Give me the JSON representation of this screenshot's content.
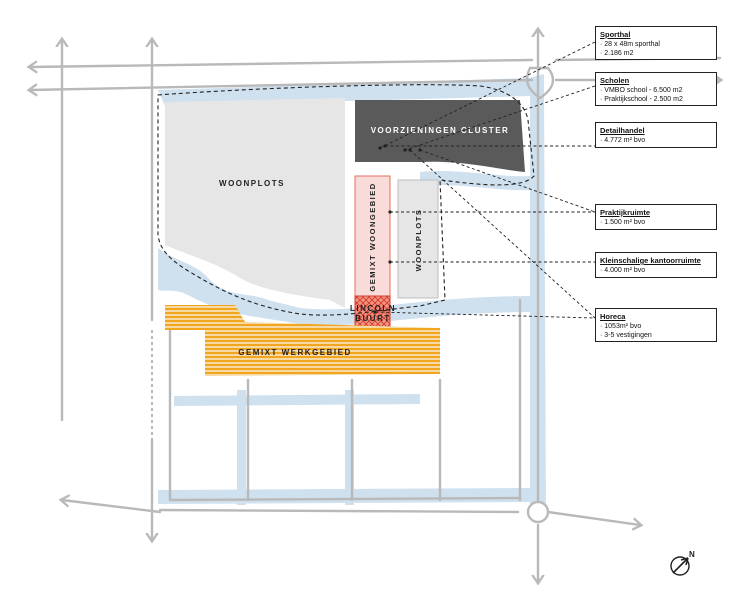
{
  "map": {
    "zones": {
      "woonplots_large": "WOONPLOTS",
      "voorzieningen": "VOORZIENINGEN CLUSTER",
      "gemixt_woongebied": "GEMIXT WOONGEBIED",
      "woonplots_small": "WOONPLOTS",
      "lincoln_line1": "LINCOLN",
      "lincoln_line2": "BUURT",
      "gemixt_werkgebied": "GEMIXT WERKGEBIED"
    },
    "colors": {
      "water": "#cfe0ef",
      "residential": "#e6e6e6",
      "cluster": "#5a5a5a",
      "mixed_living": "#f9dcd9",
      "mixed_living_border": "#e47060",
      "lincoln": "#e8513f",
      "work": "#f2a51f",
      "road": "#b9b9b9",
      "boundary": "#222222"
    },
    "north_label": "N"
  },
  "annotations": [
    {
      "id": "sporthal",
      "title": "Sporthal",
      "items": [
        "· 28 x 48m sporthal",
        "· 2.186 m2"
      ]
    },
    {
      "id": "scholen",
      "title": "Scholen",
      "items": [
        "· VMBO school - 6.500 m2",
        "· Praktijkschool - 2.500 m2"
      ]
    },
    {
      "id": "detailhandel",
      "title": "Detailhandel",
      "items": [
        "· 4.772 m² bvo"
      ]
    },
    {
      "id": "praktijkruimte",
      "title": "Praktijkruimte",
      "items": [
        "· 1.500 m² bvo"
      ]
    },
    {
      "id": "kantoor",
      "title": "Kleinschalige kantoorruimte",
      "items": [
        "· 4.000 m² bvo"
      ]
    },
    {
      "id": "horeca",
      "title": "Horeca",
      "items": [
        "· 1053m² bvo",
        "· 3-5 vestigingen"
      ]
    }
  ]
}
